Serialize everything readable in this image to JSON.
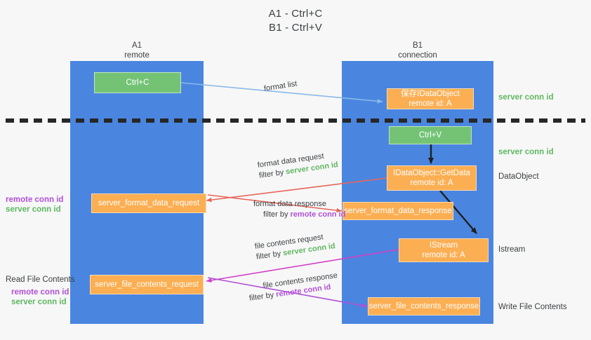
{
  "title": {
    "line1": "A1 - Ctrl+C",
    "line2": "B1 - Ctrl+V"
  },
  "lanes": [
    {
      "name": "A1",
      "sub": "remote"
    },
    {
      "name": "B1",
      "sub": "connection"
    }
  ],
  "nodes": {
    "ctrl_c": {
      "line1": "Ctrl+C",
      "line2": ""
    },
    "ctrl_v": {
      "line1": "Ctrl+V",
      "line2": ""
    },
    "save_dataobject": {
      "line1": "保存IDataObject",
      "line2": "remote id: A"
    },
    "getdata": {
      "line1": "IDataObject::GetData",
      "line2": "remote id: A"
    },
    "istream": {
      "line1": "IStream",
      "line2": "remote id: A"
    },
    "fmt_req": {
      "line1": "server_format_data_request",
      "line2": ""
    },
    "fmt_resp": {
      "line1": "server_format_data_response",
      "line2": ""
    },
    "file_req": {
      "line1": "server_file_contents_request",
      "line2": ""
    },
    "file_resp": {
      "line1": "server_file_contents_response",
      "line2": ""
    }
  },
  "right_annotations": [
    {
      "text": "server conn id",
      "style": "green"
    },
    {
      "text": "server conn id",
      "style": "green"
    },
    {
      "text": "DataObject",
      "style": "plain"
    },
    {
      "text": "Istream",
      "style": "plain"
    },
    {
      "text": "Write File Contents",
      "style": "plain"
    }
  ],
  "left_annotations": {
    "mid_remote": "remote conn id",
    "mid_server": "server conn id",
    "read_file_contents": "Read File Contents",
    "bottom_remote": "remote conn id",
    "bottom_server": "server conn id"
  },
  "edges": {
    "format_list": "format list",
    "fmt_data_req_l1": "format data request",
    "fmt_data_req_l2_pre": "filter by ",
    "fmt_data_req_l2_key": "server conn id",
    "fmt_data_resp_l1": "format data response",
    "fmt_data_resp_l2_pre": "filter by ",
    "fmt_data_resp_l2_key": "remote conn id",
    "file_req_l1": "file contents request",
    "file_req_l2_pre": "filter by ",
    "file_req_l2_key": "server conn id",
    "file_resp_l1": "file contents response",
    "file_resp_l2_pre": "filter by ",
    "file_resp_l2_key": "remote conn id"
  },
  "colors": {
    "lane": "#4a86e0",
    "green_box": "#74c375",
    "orange_box": "#fcae52",
    "green_text": "#5fb762",
    "purple_text": "#b050d8",
    "arrow_light_blue": "#8ab9e8",
    "arrow_red": "#e8655a",
    "arrow_magenta": "#d43fc8",
    "arrow_purple": "#b050d8",
    "arrow_black": "#1f1f1f",
    "background": "#f7f7f7"
  }
}
